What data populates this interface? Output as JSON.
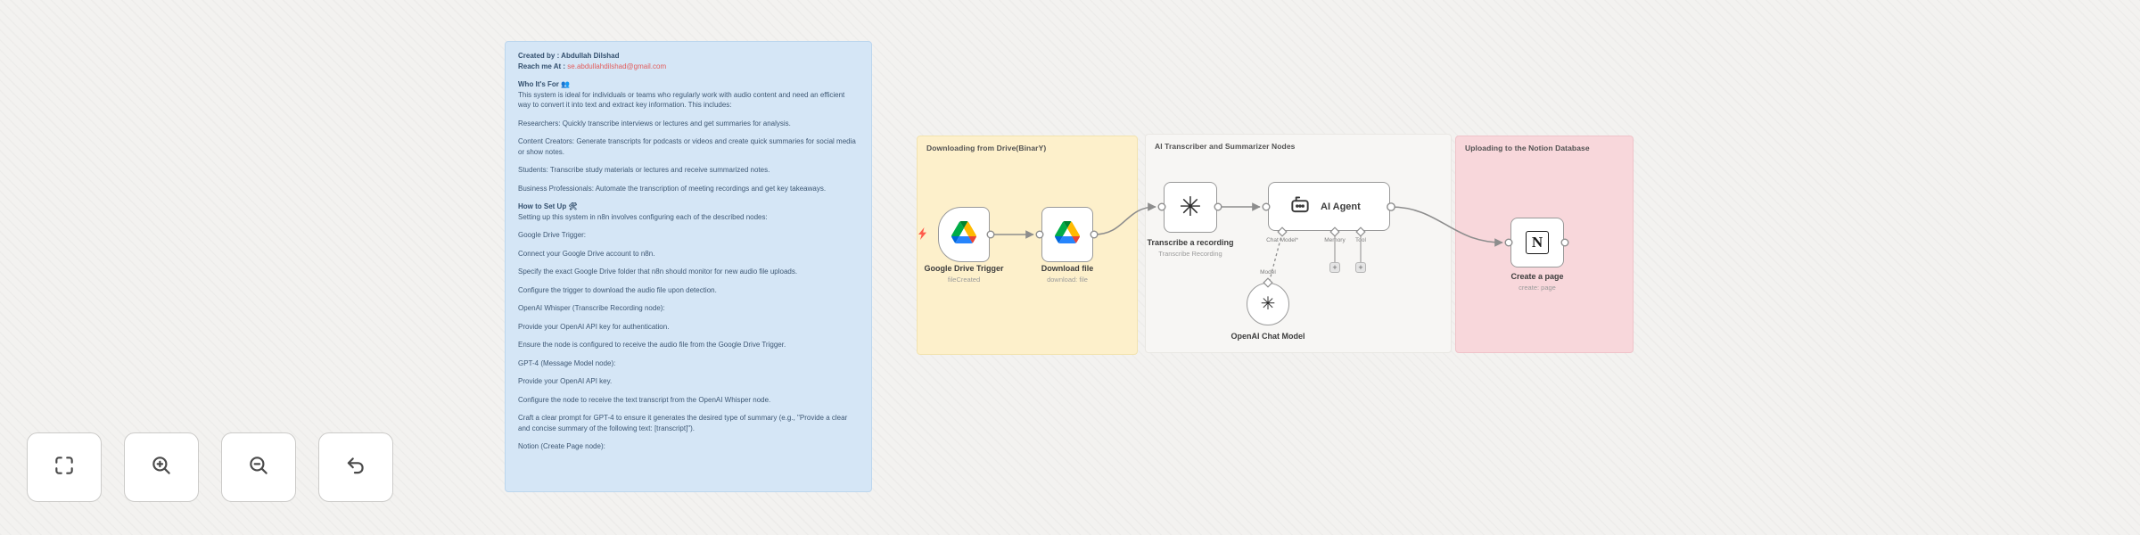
{
  "colors": {
    "note_bg": "#d5e6f6",
    "section_yellow_bg": "#fdf0cb",
    "section_gray_bg": "#f7f6f4",
    "section_pink_bg": "#f8d7db",
    "email_link": "#e25d5d",
    "wire": "#8d8d8d",
    "trigger_bolt": "#ff5c4c",
    "google_drive": [
      "#0066da",
      "#00ac47",
      "#ea4335",
      "#00832d",
      "#2684fc",
      "#ffba00"
    ]
  },
  "note": {
    "created_by": "Created by : Abdullah Dilshad",
    "reach_label": "Reach me At : ",
    "email": "se.abdullahdilshad@gmail.com",
    "paragraphs": [
      "Who It's For 👥",
      "This system is ideal for individuals or teams who regularly work with audio content and need an efficient way to convert it into text and extract key information. This includes:",
      "Researchers: Quickly transcribe interviews or lectures and get summaries for analysis.",
      "Content Creators: Generate transcripts for podcasts or videos and create quick summaries for social media or show notes.",
      "Students: Transcribe study materials or lectures and receive summarized notes.",
      "Business Professionals: Automate the transcription of meeting recordings and get key takeaways.",
      "How to Set Up 🛠",
      "Setting up this system in n8n involves configuring each of the described nodes:",
      "Google Drive Trigger:",
      "Connect your Google Drive account to n8n.",
      "Specify the exact Google Drive folder that n8n should monitor for new audio file uploads.",
      "Configure the trigger to download the audio file upon detection.",
      "OpenAI Whisper (Transcribe Recording node):",
      "Provide your OpenAI API key for authentication.",
      "Ensure the node is configured to receive the audio file from the Google Drive Trigger.",
      "GPT-4 (Message Model node):",
      "Provide your OpenAI API key.",
      "Configure the node to receive the text transcript from the OpenAI Whisper node.",
      "Craft a clear prompt for GPT-4 to ensure it generates the desired type of summary (e.g., \"Provide a clear and concise summary of the following text: [transcript]\").",
      "Notion (Create Page node):"
    ]
  },
  "sections": [
    {
      "title": "Downloading from Drive(BinarY)"
    },
    {
      "title": "AI Transcriber and Summarizer Nodes"
    },
    {
      "title": "Uploading to the Notion Database"
    }
  ],
  "nodes": {
    "trigger": {
      "name": "Google Drive Trigger",
      "subtitle": "fileCreated"
    },
    "download": {
      "name": "Download file",
      "subtitle": "download: file"
    },
    "transcribe": {
      "name": "Transcribe a recording",
      "subtitle": "Transcribe Recording"
    },
    "agent": {
      "name": "AI Agent",
      "ports": {
        "chat_model": "Chat Model*",
        "memory": "Memory",
        "tool": "Tool"
      },
      "model_port_label": "Model"
    },
    "chat_model": {
      "name": "OpenAI Chat Model"
    },
    "notion": {
      "name": "Create a page",
      "subtitle": "create: page"
    }
  },
  "icons": {
    "openai_glyph": "✳",
    "notion_glyph": "N",
    "plus_glyph": "+"
  }
}
